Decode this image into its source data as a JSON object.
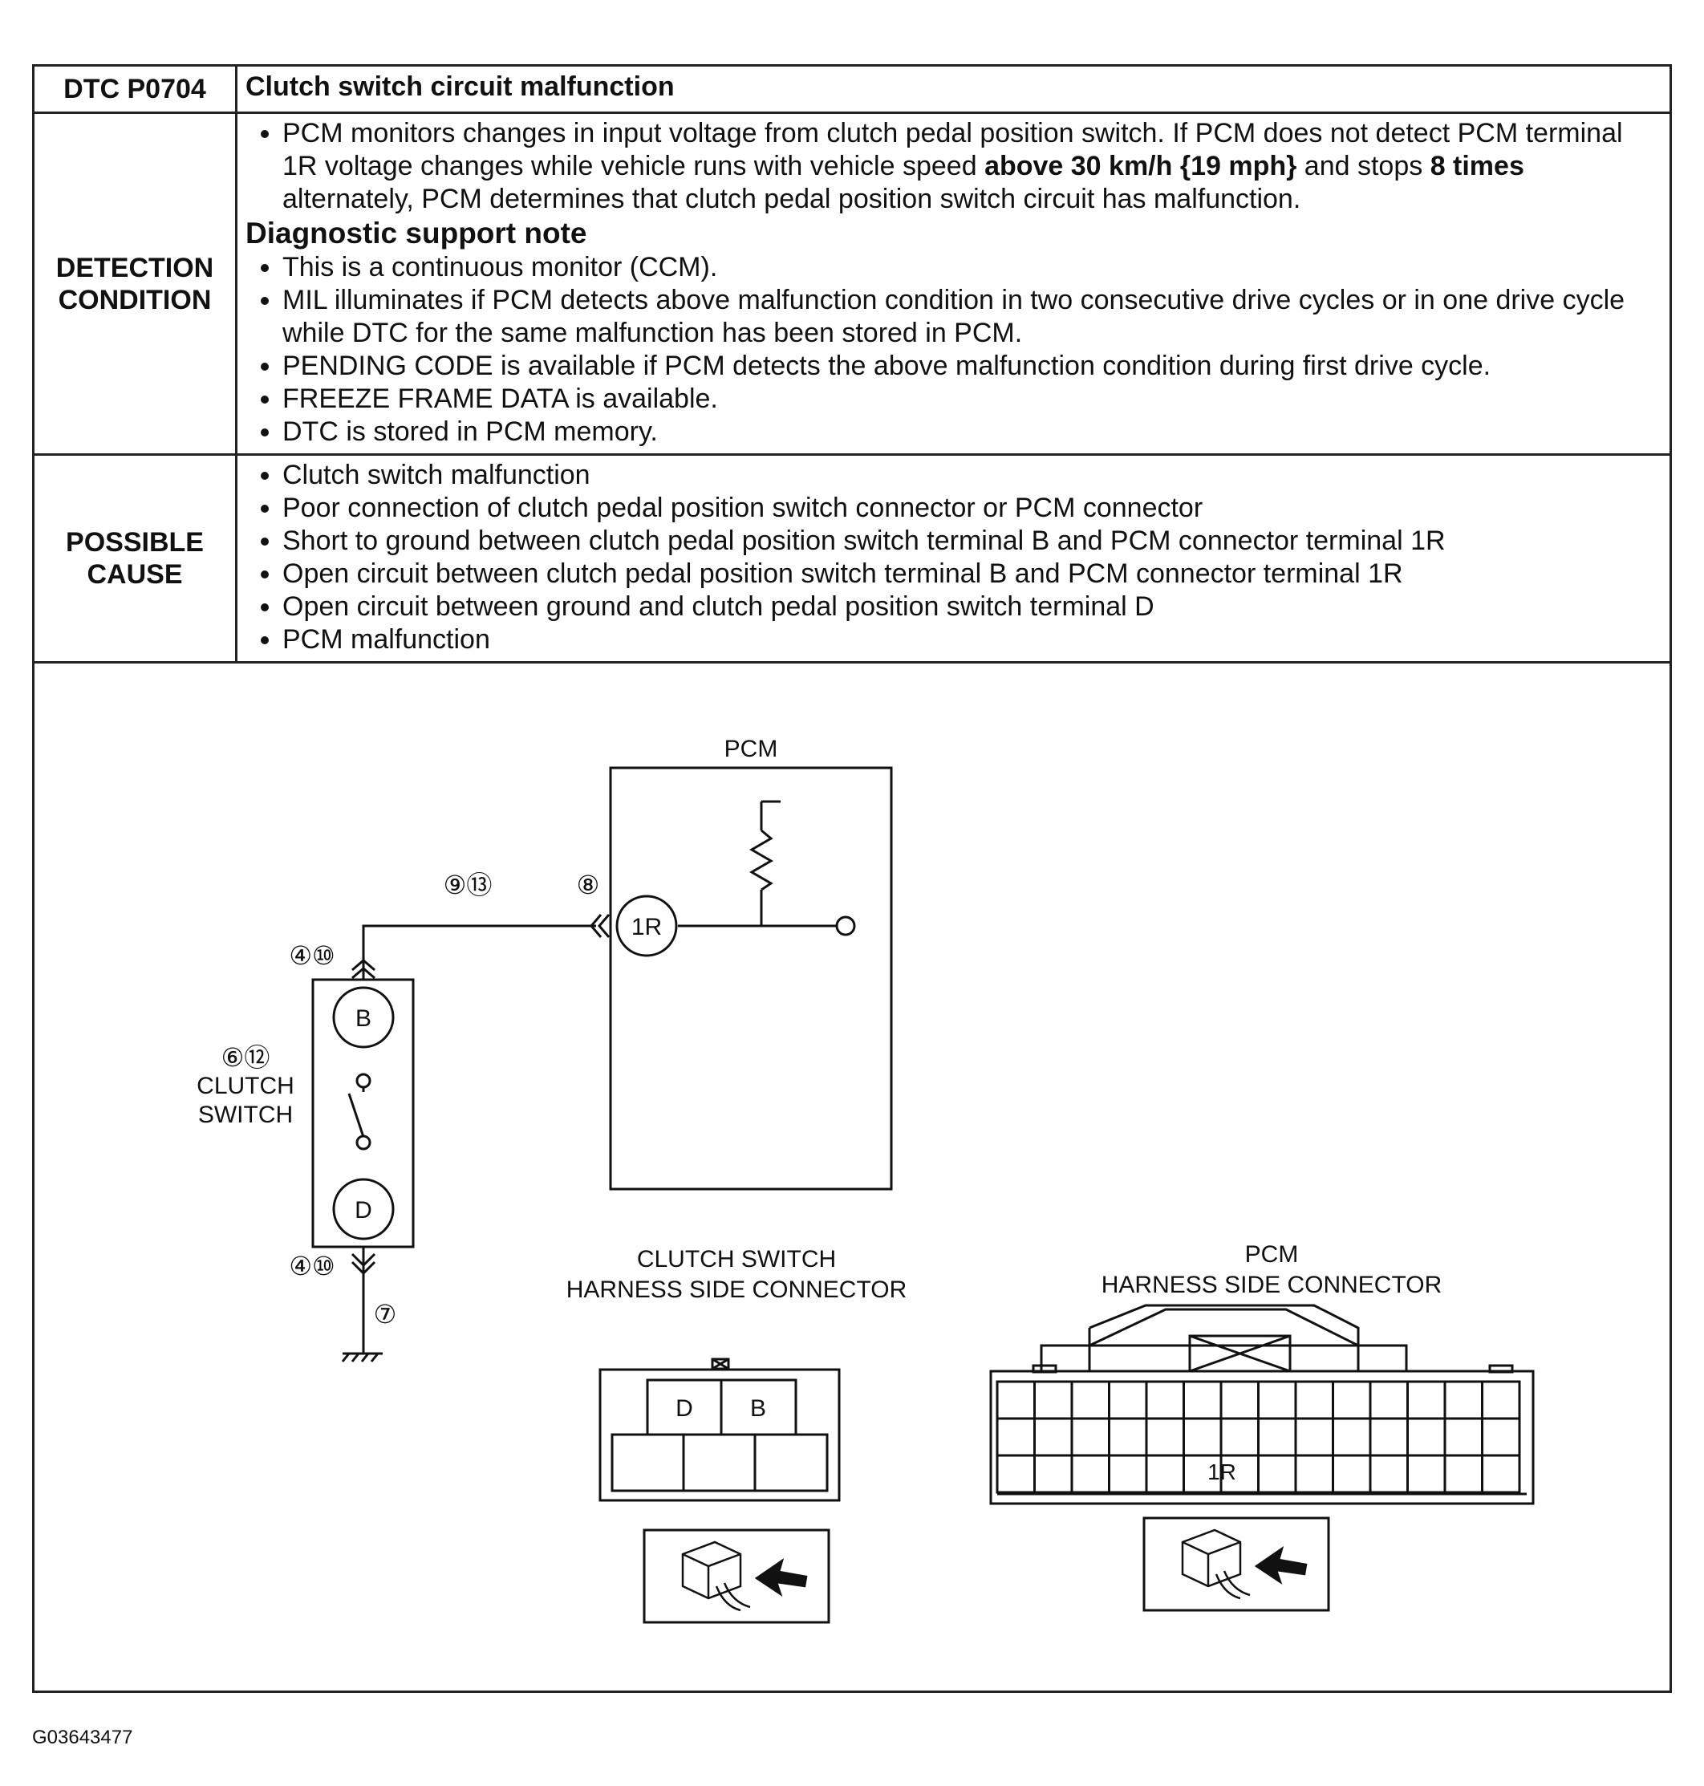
{
  "header": {
    "code": "DTC P0704",
    "title": "Clutch switch circuit malfunction"
  },
  "detection": {
    "label_line1": "DETECTION",
    "label_line2": "CONDITION",
    "intro_a": "PCM monitors changes in input voltage from clutch pedal position switch. If PCM does not detect PCM terminal 1R voltage changes while vehicle runs with vehicle speed ",
    "intro_bold1": "above 30 km/h {19 mph}",
    "intro_b": " and stops ",
    "intro_bold2": "8 times",
    "intro_c": " alternately, PCM determines that clutch pedal position switch circuit has malfunction.",
    "support_title": "Diagnostic support note",
    "notes": [
      "This is a continuous monitor (CCM).",
      "MIL illuminates if PCM detects above malfunction condition in two consecutive drive cycles or in one drive cycle while DTC for the same malfunction has been stored in PCM.",
      "PENDING CODE is available if PCM detects the above malfunction condition during first drive cycle.",
      "FREEZE FRAME DATA is available.",
      "DTC is stored in PCM memory."
    ]
  },
  "possible_cause": {
    "label_line1": "POSSIBLE",
    "label_line2": "CAUSE",
    "items": [
      "Clutch switch malfunction",
      "Poor connection of clutch pedal position switch connector or PCM connector",
      "Short to ground between clutch pedal position switch terminal B and PCM connector terminal 1R",
      "Open circuit between clutch pedal position switch terminal B and PCM connector terminal 1R",
      "Open circuit between ground and clutch pedal position switch terminal D",
      "PCM malfunction"
    ]
  },
  "diagram": {
    "pcm_label": "PCM",
    "pcm_terminal": "1R",
    "ref_pcm_connector": "⑧",
    "ref_wire": "⑨⑬",
    "ref_switch_top": "④⑩",
    "ref_switch_bottom": "④⑩",
    "ref_ground": "⑦",
    "ref_switch": "⑥⑫",
    "switch_label_line1": "CLUTCH",
    "switch_label_line2": "SWITCH",
    "terminal_b": "B",
    "terminal_d": "D",
    "clutch_connector_title_line1": "CLUTCH SWITCH",
    "clutch_connector_title_line2": "HARNESS SIDE CONNECTOR",
    "pcm_connector_title_line1": "PCM",
    "pcm_connector_title_line2": "HARNESS SIDE CONNECTOR",
    "connector_cell_d": "D",
    "connector_cell_b": "B",
    "pcm_connector_cell": "1R"
  },
  "document_id": "G03643477"
}
